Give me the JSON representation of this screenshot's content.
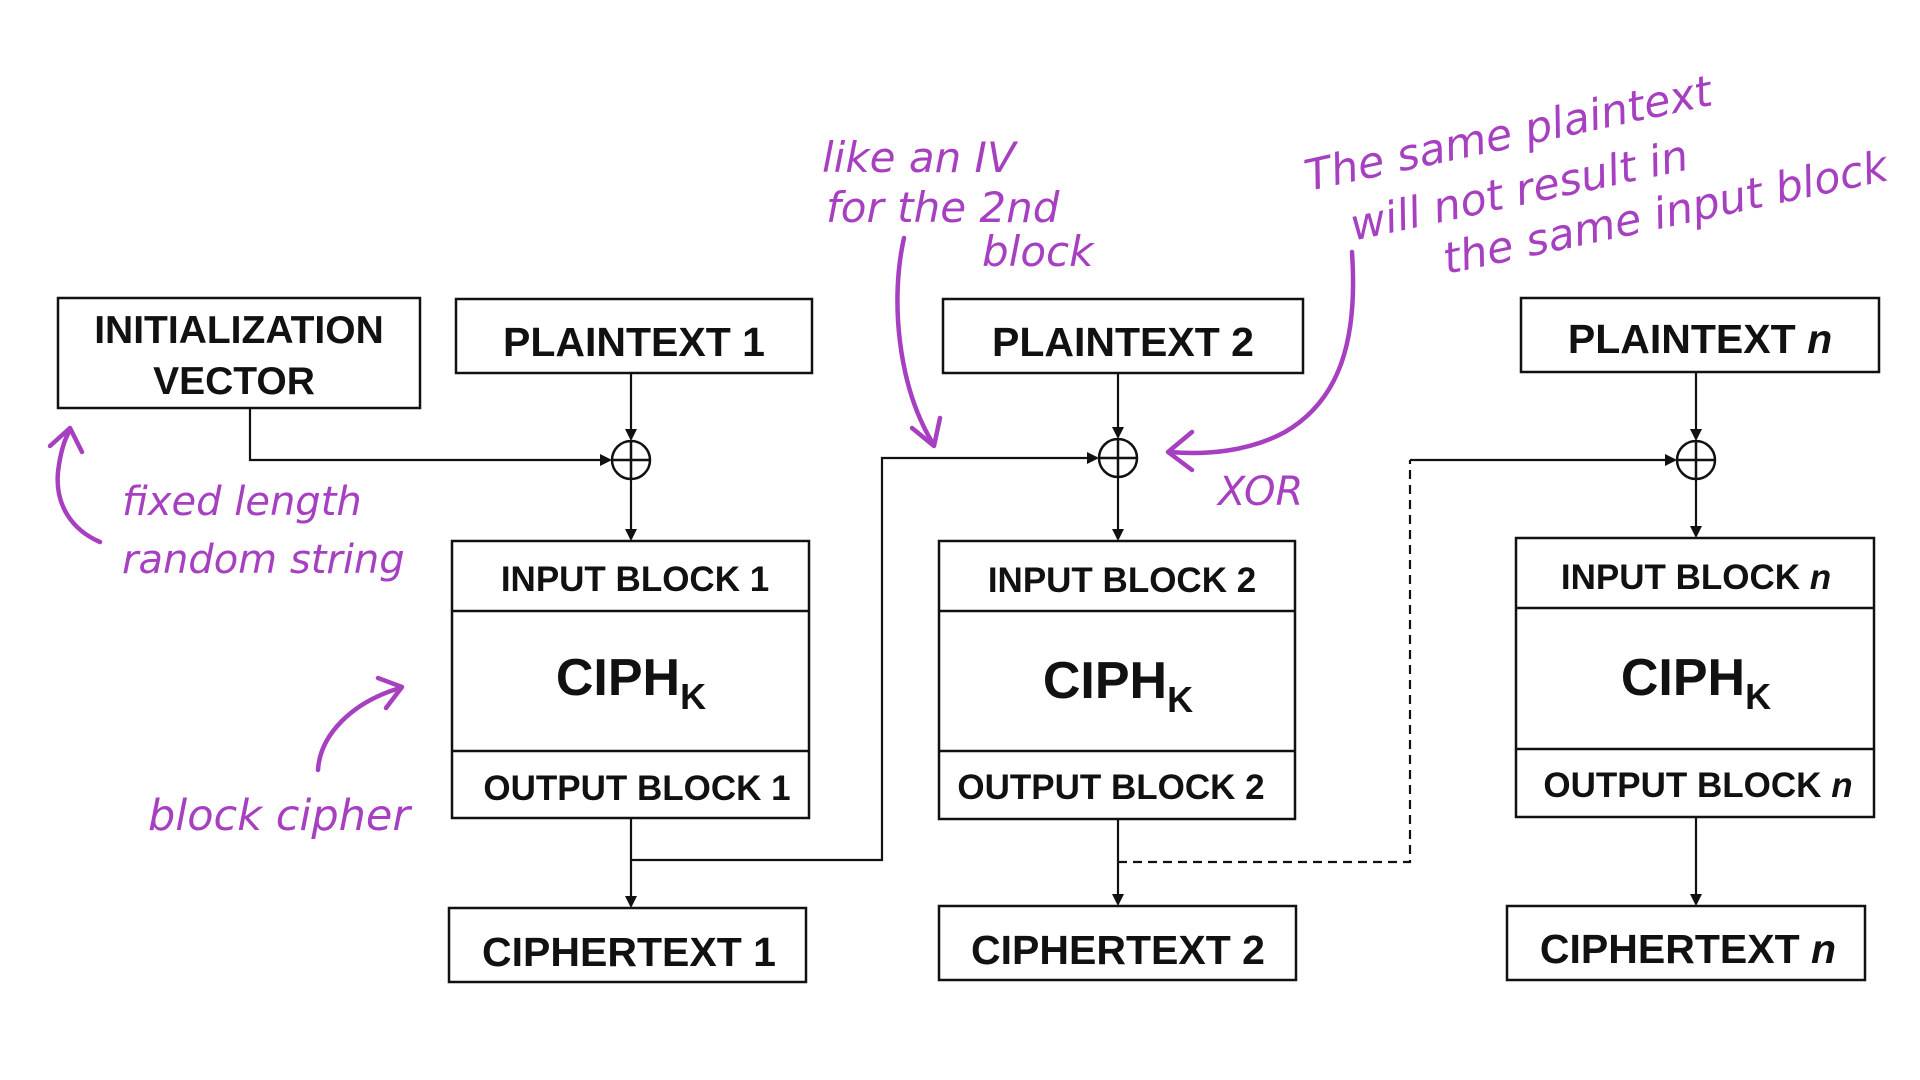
{
  "diagram": {
    "iv": {
      "line1": "INITIALIZATION",
      "line2": "VECTOR"
    },
    "stages": [
      {
        "plaintext": "PLAINTEXT 1",
        "input_block": "INPUT BLOCK 1",
        "cipher_main": "CIPH",
        "cipher_sub": "K",
        "output_block": "OUTPUT BLOCK 1",
        "ciphertext": "CIPHERTEXT 1"
      },
      {
        "plaintext": "PLAINTEXT 2",
        "input_block": "INPUT BLOCK 2",
        "cipher_main": "CIPH",
        "cipher_sub": "K",
        "output_block": "OUTPUT BLOCK 2",
        "ciphertext": "CIPHERTEXT 2"
      },
      {
        "plaintext": "PLAINTEXT",
        "plaintext_var": "n",
        "input_block": "INPUT BLOCK",
        "input_block_var": "n",
        "cipher_main": "CIPH",
        "cipher_sub": "K",
        "output_block": "OUTPUT BLOCK",
        "output_block_var": "n",
        "ciphertext": "CIPHERTEXT",
        "ciphertext_var": "n"
      }
    ]
  },
  "annotations": {
    "iv_note": [
      "fixed length",
      "random string"
    ],
    "cipher_note": "block cipher",
    "chain_note": [
      "like an IV",
      "for the 2nd",
      "block"
    ],
    "xor_note": "XOR",
    "plaintext_note": [
      "The same plaintext",
      "will not result in",
      "the same input block"
    ],
    "color": "#a63fc0"
  }
}
